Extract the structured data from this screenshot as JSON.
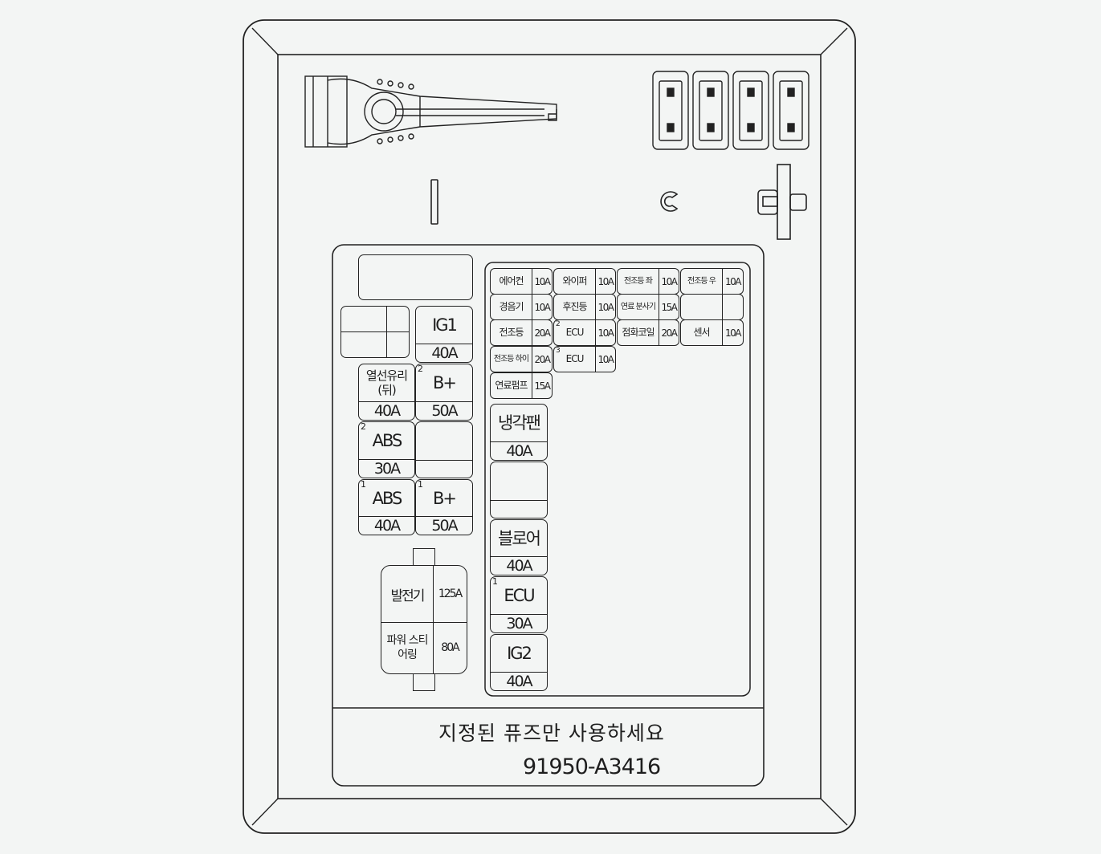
{
  "panel": {
    "note": "지정된 퓨즈만 사용하세요",
    "part_number": "91950-A3416"
  },
  "small_fuses": [
    {
      "label": "에어컨",
      "amp": "10A",
      "sup": ""
    },
    {
      "label": "와이퍼",
      "amp": "10A",
      "sup": ""
    },
    {
      "label": "전조등 좌",
      "amp": "10A",
      "sup": ""
    },
    {
      "label": "전조등 우",
      "amp": "10A",
      "sup": ""
    },
    {
      "label": "경음기",
      "amp": "10A",
      "sup": ""
    },
    {
      "label": "후진등",
      "amp": "10A",
      "sup": ""
    },
    {
      "label": "연료 분사기",
      "amp": "15A",
      "sup": ""
    },
    {
      "label": "",
      "amp": "",
      "sup": ""
    },
    {
      "label": "전조등",
      "amp": "20A",
      "sup": ""
    },
    {
      "label": "ECU",
      "amp": "10A",
      "sup": "2"
    },
    {
      "label": "점화코일",
      "amp": "20A",
      "sup": ""
    },
    {
      "label": "센서",
      "amp": "10A",
      "sup": ""
    },
    {
      "label": "전조등 하이",
      "amp": "20A",
      "sup": ""
    },
    {
      "label": "ECU",
      "amp": "10A",
      "sup": "3"
    },
    {
      "label": "연료펌프",
      "amp": "15A",
      "sup": ""
    }
  ],
  "large_fuses": [
    {
      "label": "IG1",
      "amp": "40A",
      "sup": ""
    },
    {
      "label": "열선유리 (뒤)",
      "amp": "40A",
      "sup": ""
    },
    {
      "label": "B+",
      "amp": "50A",
      "sup": "2"
    },
    {
      "label": "ABS",
      "amp": "30A",
      "sup": "2"
    },
    {
      "label": "",
      "amp": "",
      "sup": ""
    },
    {
      "label": "ABS",
      "amp": "40A",
      "sup": "1"
    },
    {
      "label": "B+",
      "amp": "50A",
      "sup": "1"
    },
    {
      "label": "냉각팬",
      "amp": "40A",
      "sup": ""
    },
    {
      "label": "",
      "amp": "",
      "sup": ""
    },
    {
      "label": "블로어",
      "amp": "40A",
      "sup": ""
    },
    {
      "label": "ECU",
      "amp": "30A",
      "sup": "1"
    },
    {
      "label": "IG2",
      "amp": "40A",
      "sup": ""
    }
  ],
  "main_fuses": [
    {
      "label": "발전기",
      "amp": "125A"
    },
    {
      "label": "파워 스티어링",
      "amp": "80A"
    }
  ]
}
